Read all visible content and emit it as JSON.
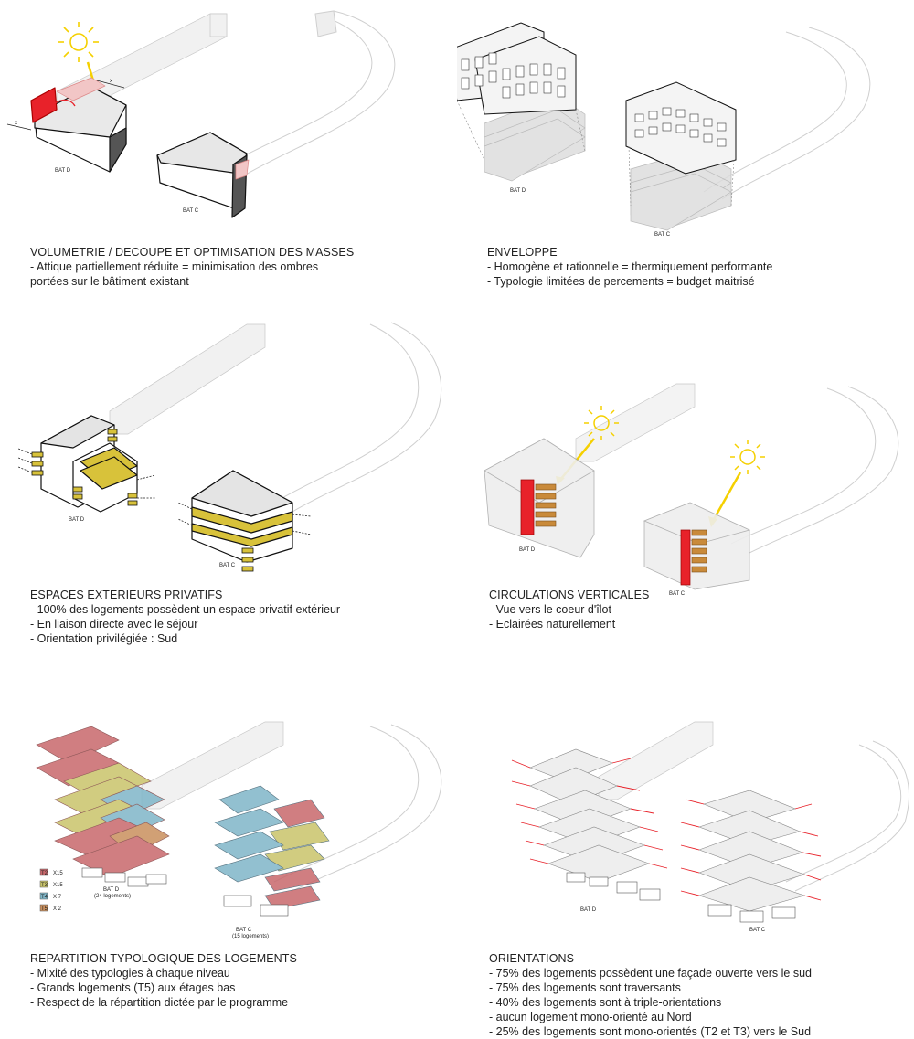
{
  "panels": [
    {
      "title": "VOLUMETRIE / DECOUPE ET OPTIMISATION DES MASSES",
      "lines": [
        "- Attique partiellement réduite = minimisation des ombres",
        "portées sur le bâtiment existant"
      ],
      "labels": {
        "bat_d": "BAT D",
        "bat_c": "BAT C",
        "x1": "x",
        "x2": "x"
      }
    },
    {
      "title": "ENVELOPPE",
      "lines": [
        "- Homogène et rationnelle = thermiquement performante",
        "- Typologie limitées de percements = budget maitrisé"
      ],
      "labels": {
        "bat_d": "BAT D",
        "bat_c": "BAT C"
      }
    },
    {
      "title": "ESPACES EXTERIEURS PRIVATIFS",
      "lines": [
        "- 100% des logements possèdent un espace privatif extérieur",
        "- En liaison directe avec le séjour",
        "- Orientation privilégiée : Sud"
      ],
      "labels": {
        "bat_d": "BAT D",
        "bat_c": "BAT C"
      }
    },
    {
      "title": "CIRCULATIONS VERTICALES",
      "lines": [
        "- Vue vers le coeur d'îlot",
        "- Eclairées naturellement"
      ],
      "labels": {
        "bat_d": "BAT D",
        "bat_c": "BAT C"
      }
    },
    {
      "title": "REPARTITION TYPOLOGIQUE DES LOGEMENTS",
      "lines": [
        "- Mixité des typologies à chaque niveau",
        "- Grands logements (T5) aux étages bas",
        "- Respect de la répartition dictée par le programme"
      ],
      "labels": {
        "bat_d": "BAT D",
        "bat_d_sub": "(24 logements)",
        "bat_c": "BAT C",
        "bat_c_sub": "(15 logements)"
      },
      "legend": [
        {
          "code": "T2",
          "count": "X15",
          "color": "#c8686c"
        },
        {
          "code": "T3",
          "count": "X15",
          "color": "#c9c46a"
        },
        {
          "code": "T4",
          "count": "X 7",
          "color": "#7fb6c8"
        },
        {
          "code": "T5",
          "count": "X 2",
          "color": "#c9905e"
        }
      ]
    },
    {
      "title": "ORIENTATIONS",
      "lines": [
        "- 75% des logements possèdent une façade ouverte vers le sud",
        "- 75% des logements sont traversants",
        "- 40% des logements sont à triple-orientations",
        "- aucun logement mono-orienté au Nord",
        "- 25% des logements sont mono-orientés (T2 et T3) vers le Sud"
      ],
      "labels": {
        "bat_d": "BAT D",
        "bat_c": "BAT C"
      }
    }
  ],
  "colors": {
    "red": "#e8222a",
    "yellow_sun": "#f5d000",
    "balcony": "#d8c23a",
    "stair": "#c98a3a",
    "ghost": "#e6e6e6"
  }
}
